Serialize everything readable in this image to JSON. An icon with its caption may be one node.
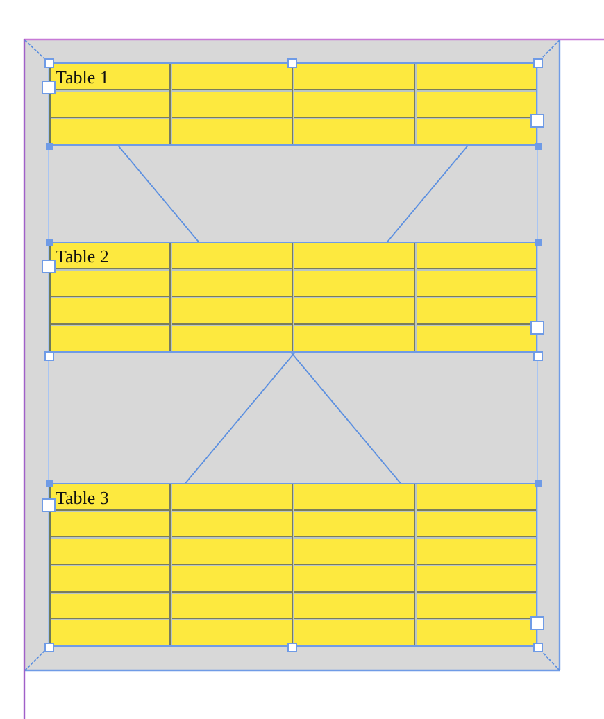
{
  "diagram": {
    "labels": [
      "Table 1",
      "Table 2",
      "Table 3"
    ]
  }
}
